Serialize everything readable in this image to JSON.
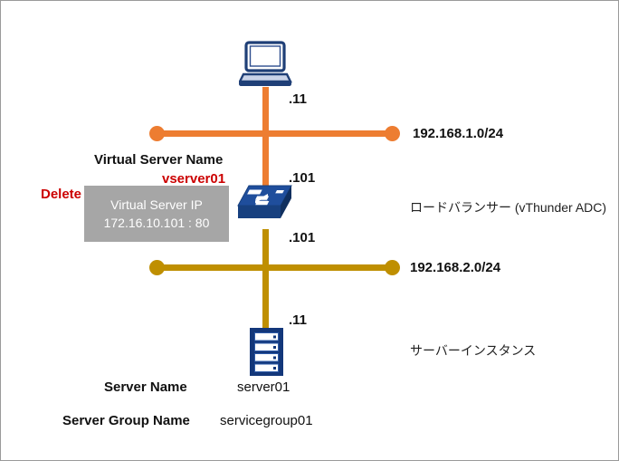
{
  "diagram": {
    "title": "Load balancer network topology",
    "colors": {
      "orange_network": "#ED7D31",
      "gold_network": "#BF8F00",
      "device_blue": "#1F3F77",
      "callout_gray": "#A6A6A6",
      "highlight_red": "#CC0000"
    },
    "networks": [
      {
        "name": "net-upper",
        "label": "192.168.1.0/24",
        "color": "#ED7D31"
      },
      {
        "name": "net-lower",
        "label": "192.168.2.0/24",
        "color": "#BF8F00"
      }
    ],
    "ip_ticks": {
      "client": ".11",
      "lb_upper": ".101",
      "lb_lower": ".101",
      "server": ".11"
    },
    "devices": {
      "client": {
        "icon": "laptop-icon"
      },
      "load_balancer": {
        "icon": "switch-icon",
        "label": "ロードバランサー (vThunder ADC)"
      },
      "server": {
        "icon": "server-icon",
        "label": "サーバーインスタンス"
      }
    },
    "annotations": {
      "delete_label": "Delete",
      "virtual_server_name_label": "Virtual Server Name",
      "virtual_server_name_value": "vserver01",
      "virtual_server_ip_title": "Virtual Server IP",
      "virtual_server_ip_value": "172.16.10.101 : 80",
      "server_name_label": "Server Name",
      "server_name_value": "server01",
      "server_group_name_label": "Server Group Name",
      "server_group_name_value": "servicegroup01"
    }
  }
}
